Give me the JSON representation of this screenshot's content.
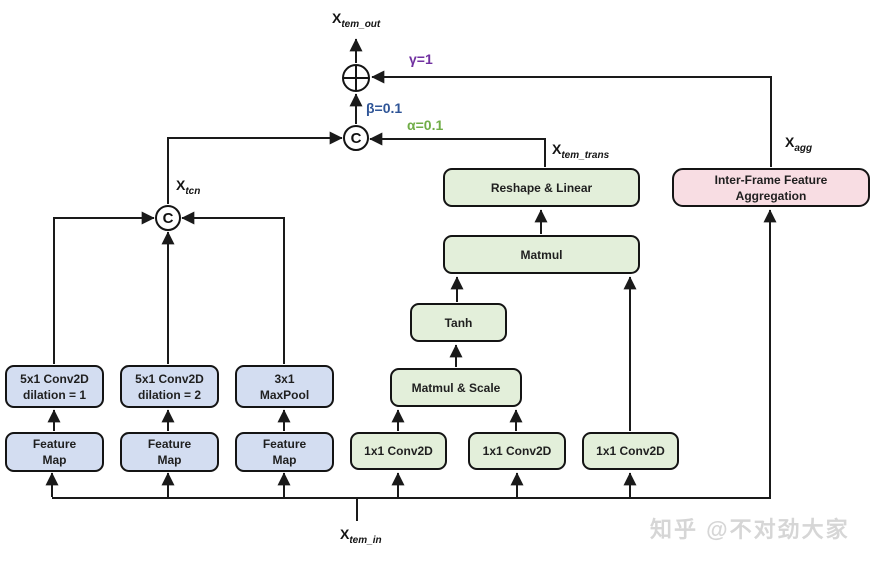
{
  "figure": {
    "io_labels": {
      "tem_out": {
        "base": "X",
        "sub": "tem_out"
      },
      "tcn": {
        "base": "X",
        "sub": "tcn"
      },
      "tem_trans": {
        "base": "X",
        "sub": "tem_trans"
      },
      "agg": {
        "base": "X",
        "sub": "agg"
      },
      "tem_in": {
        "base": "X",
        "sub": "tem_in"
      }
    },
    "coefficients": {
      "gamma": {
        "text": "γ=1",
        "color": "#7030a0"
      },
      "beta": {
        "text": "β=0.1",
        "color": "#2f5597"
      },
      "alpha": {
        "text": "α=0.1",
        "color": "#70ad47"
      }
    },
    "operators": {
      "concat_main": "C",
      "concat_tcn": "C",
      "sum": "⊕"
    },
    "boxes": {
      "conv5x1_d1": {
        "label": "5x1 Conv2D\ndilation = 1"
      },
      "conv5x1_d2": {
        "label": "5x1 Conv2D\ndilation = 2"
      },
      "maxpool3x1": {
        "label": "3x1\nMaxPool"
      },
      "feature_map_1": {
        "label": "Feature\nMap"
      },
      "feature_map_2": {
        "label": "Feature\nMap"
      },
      "feature_map_3": {
        "label": "Feature\nMap"
      },
      "conv1x1_1": {
        "label": "1x1 Conv2D"
      },
      "conv1x1_2": {
        "label": "1x1 Conv2D"
      },
      "conv1x1_3": {
        "label": "1x1 Conv2D"
      },
      "matmul_scale": {
        "label": "Matmul & Scale"
      },
      "tanh": {
        "label": "Tanh"
      },
      "matmul": {
        "label": "Matmul"
      },
      "reshape_linear": {
        "label": "Reshape & Linear"
      },
      "inter_frame_aggregation": {
        "label": "Inter-Frame Feature\nAggregation"
      }
    },
    "colors": {
      "tcn_branch_fill": "#d3ddf1",
      "attention_branch_fill": "#e3efda",
      "aggregation_fill": "#f8dde3",
      "wire": "#1a1a1a"
    },
    "watermark": "知乎 @不对劲大家"
  }
}
